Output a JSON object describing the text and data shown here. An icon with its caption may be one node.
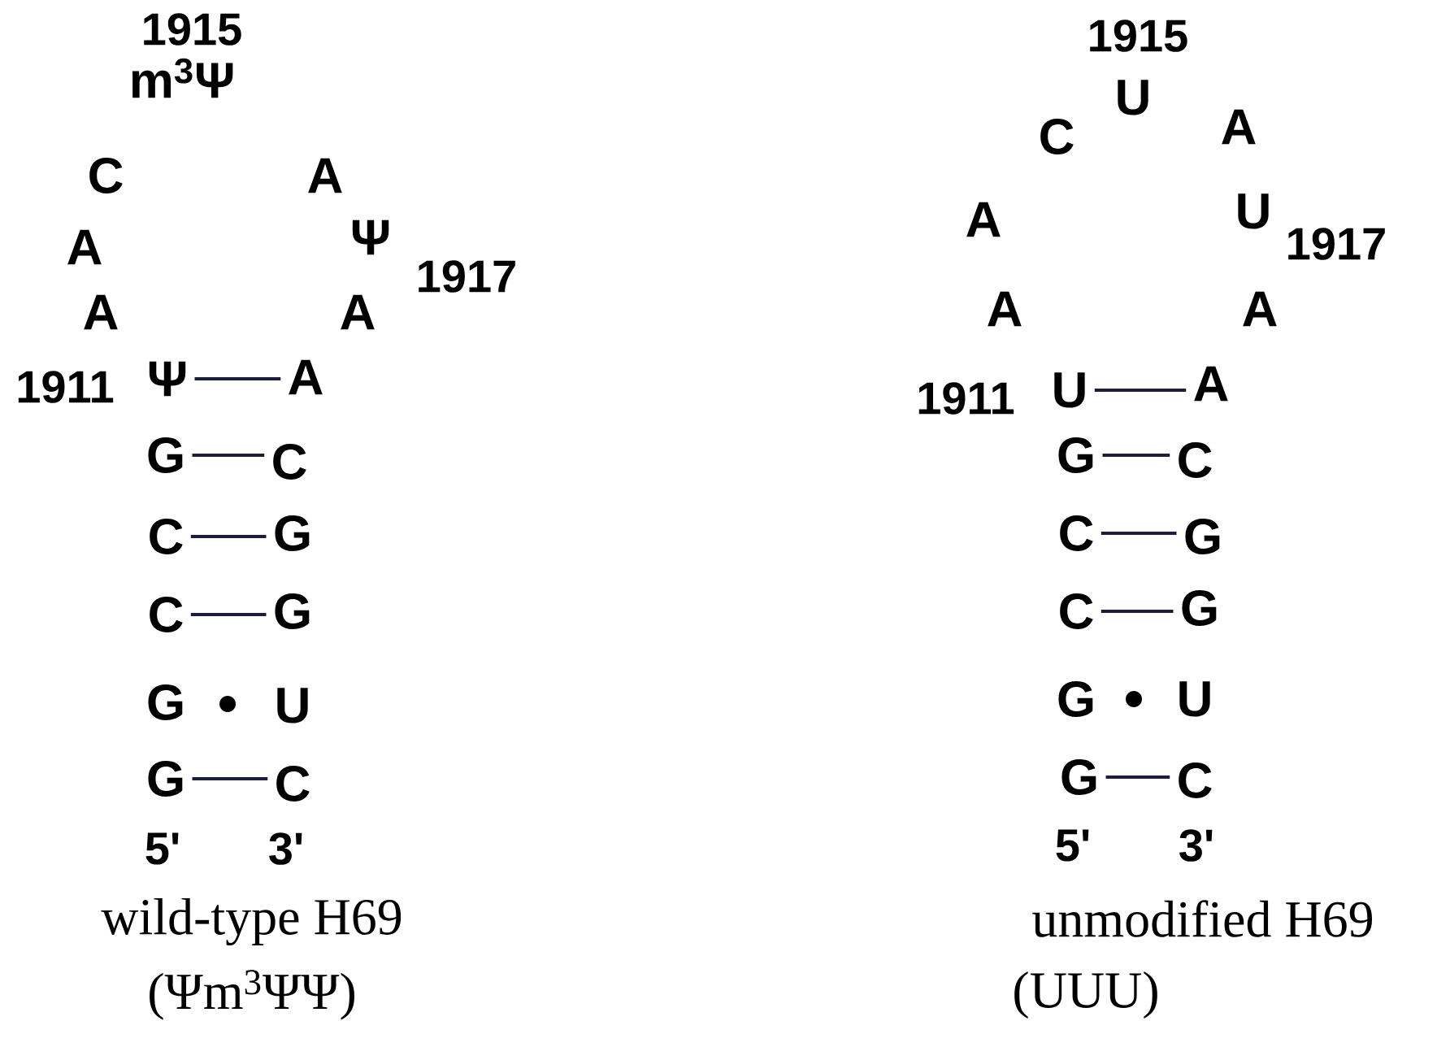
{
  "diagram": {
    "nodes": [
      {
        "text": [
          "m$^{3}$Ψ"
        ],
        "beside": [
          "1915"
        ]
      },
      {
        "text": [
          "C"
        ]
      },
      {
        "text": [
          "A"
        ]
      },
      {
        "text": [
          "A"
        ]
      },
      {
        "text": [
          "Ψ"
        ],
        "beside": [
          "1917"
        ]
      },
      {
        "text": [
          "A"
        ]
      },
      {
        "text": [
          "A"
        ]
      },
      {
        "text": [
          "Ψ"
        ],
        "beside": [
          "1911"
        ]
      },
      {
        "text": [
          "A"
        ]
      },
      {
        "text": [
          "G"
        ]
      },
      {
        "text": [
          "C"
        ]
      },
      {
        "text": [
          "C"
        ]
      },
      {
        "text": [
          "G"
        ]
      },
      {
        "text": [
          "C"
        ]
      },
      {
        "text": [
          "G"
        ]
      },
      {
        "text": [
          "G"
        ]
      },
      {
        "text": [
          "U"
        ]
      },
      {
        "text": [
          "G"
        ]
      },
      {
        "text": [
          "C"
        ]
      },
      {
        "text": [
          "U"
        ],
        "beside": [
          "1915"
        ]
      },
      {
        "text": [
          "C"
        ]
      },
      {
        "text": [
          "A"
        ]
      },
      {
        "text": [
          "A"
        ]
      },
      {
        "text": [
          "U"
        ],
        "beside": [
          "1917"
        ]
      },
      {
        "text": [
          "A"
        ]
      },
      {
        "text": [
          "A"
        ]
      },
      {
        "text": [
          "U"
        ],
        "beside": [
          "1911"
        ]
      },
      {
        "text": [
          "A"
        ]
      },
      {
        "text": [
          "G"
        ]
      },
      {
        "text": [
          "C"
        ]
      },
      {
        "text": [
          "C"
        ]
      },
      {
        "text": [
          "G"
        ]
      },
      {
        "text": [
          "C"
        ]
      },
      {
        "text": [
          "G"
        ]
      },
      {
        "text": [
          "G"
        ]
      },
      {
        "text": [
          "U"
        ]
      },
      {
        "text": [
          "G"
        ]
      },
      {
        "text": [
          "C"
        ]
      }
    ],
    "edges": [
      {
        "from": 7,
        "to": 8,
        "arrow": "none"
      },
      {
        "from": 9,
        "to": 10,
        "arrow": "none"
      },
      {
        "from": 11,
        "to": 12,
        "arrow": "none"
      },
      {
        "from": 13,
        "to": 14,
        "arrow": "none"
      },
      {
        "from": 17,
        "to": 18,
        "arrow": "none"
      },
      {
        "from": 26,
        "to": 27,
        "arrow": "none"
      },
      {
        "from": 28,
        "to": 29,
        "arrow": "none"
      },
      {
        "from": 30,
        "to": 31,
        "arrow": "none"
      },
      {
        "from": 32,
        "to": 33,
        "arrow": "none"
      },
      {
        "from": 36,
        "to": 37,
        "arrow": "none"
      }
    ],
    "labels": [
      "5'",
      "3'",
      "wild-type H69",
      "(Ψm$^{3}$ΨΨ)",
      "5'",
      "3'",
      "unmodified H69",
      "(UUU)"
    ]
  }
}
